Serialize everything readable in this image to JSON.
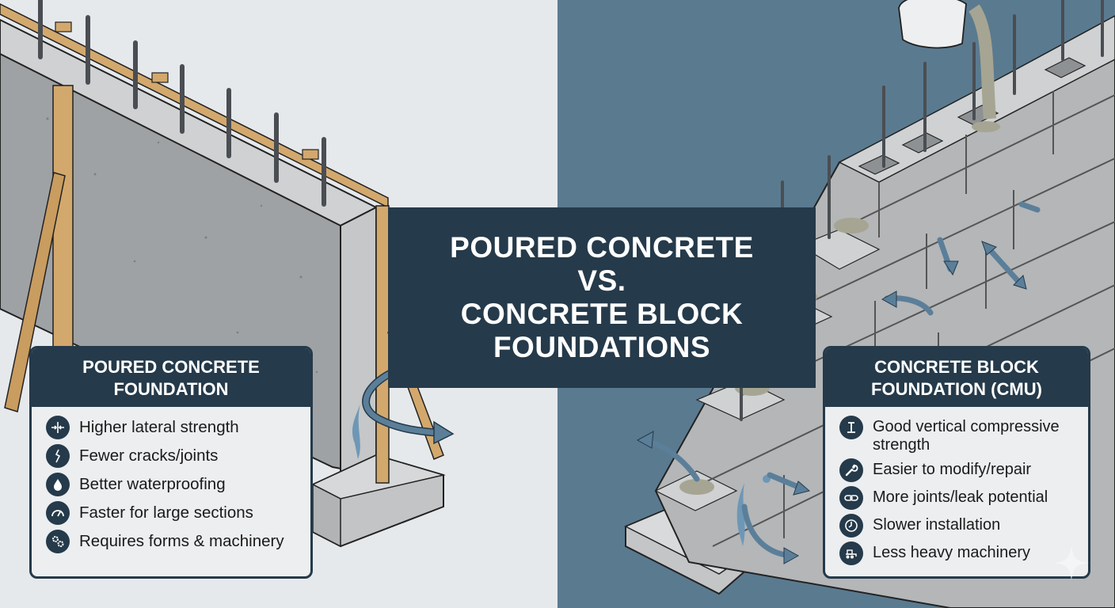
{
  "title": {
    "lines": [
      "POURED CONCRETE",
      "VS.",
      "CONCRETE BLOCK",
      "FOUNDATIONS"
    ]
  },
  "colors": {
    "left_background": "#e6e9ec",
    "right_background": "#5a7a90",
    "banner": "#253a4a",
    "card_body": "#eceef0",
    "concrete": "#a9acae",
    "wood": "#d3a86d",
    "arrow": "#5b7f99",
    "water": "#6e97b6"
  },
  "left_panel": {
    "heading_lines": [
      "POURED CONCRETE",
      "FOUNDATION"
    ],
    "items": [
      {
        "icon": "compress-arrows-icon",
        "label": "Higher lateral strength"
      },
      {
        "icon": "crack-icon",
        "label": "Fewer cracks/joints"
      },
      {
        "icon": "water-drop-icon",
        "label": "Better waterproofing"
      },
      {
        "icon": "speedometer-icon",
        "label": "Faster for large sections"
      },
      {
        "icon": "gears-icon",
        "label": "Requires forms & machinery"
      }
    ]
  },
  "right_panel": {
    "heading_lines": [
      "CONCRETE BLOCK",
      "FOUNDATION (CMU)"
    ],
    "items": [
      {
        "icon": "i-beam-icon",
        "label": "Good vertical compressive strength"
      },
      {
        "icon": "wrench-icon",
        "label": "Easier to modify/repair"
      },
      {
        "icon": "chain-link-icon",
        "label": "More joints/leak potential"
      },
      {
        "icon": "clock-icon",
        "label": "Slower installation"
      },
      {
        "icon": "tractor-icon",
        "label": "Less heavy machinery"
      }
    ]
  },
  "illustrations": {
    "left": "poured-concrete-wall-with-wood-forms-and-rebar",
    "right": "cmu-block-wall-with-rebar-and-grout-pour"
  },
  "watermark": "sparkle-icon"
}
